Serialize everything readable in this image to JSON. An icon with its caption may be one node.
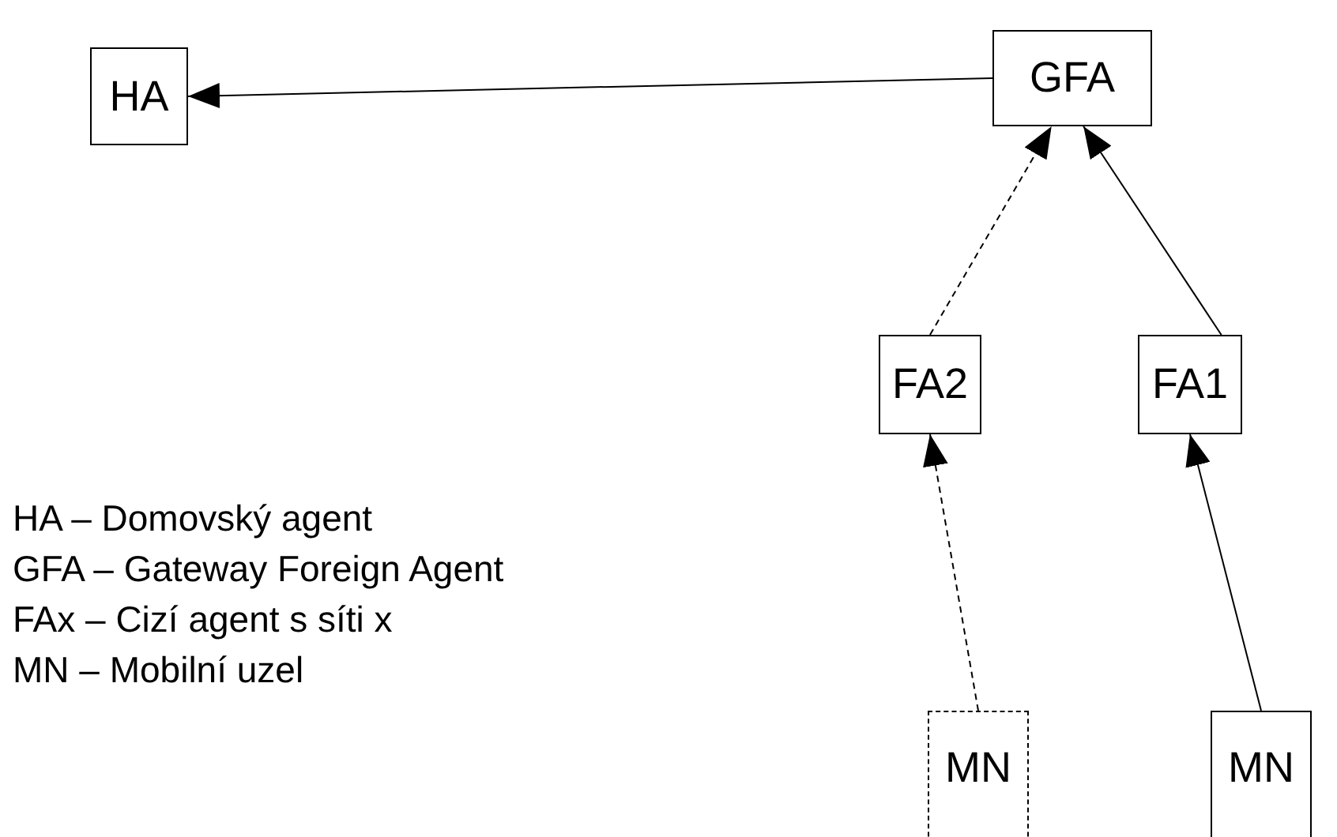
{
  "diagram": {
    "nodes": [
      {
        "text": [
          "HA"
        ]
      },
      {
        "text": [
          "GFA"
        ]
      },
      {
        "text": [
          "FA2"
        ]
      },
      {
        "text": [
          "FA1"
        ]
      },
      {
        "text": [
          "MN"
        ]
      },
      {
        "text": [
          "MN"
        ]
      }
    ],
    "edges": [
      {
        "from": 1,
        "to": 0,
        "arrow": "to"
      },
      {
        "from": 2,
        "to": 1,
        "arrow": "to",
        "style": "dashed"
      },
      {
        "from": 3,
        "to": 1,
        "arrow": "to"
      },
      {
        "from": 4,
        "to": 2,
        "arrow": "to",
        "style": "dashed"
      },
      {
        "from": 5,
        "to": 3,
        "arrow": "to"
      }
    ],
    "labels": [
      "HA – Domovský agent",
      "GFA – Gateway Foreign Agent",
      "FAx – Cizí agent s síti x",
      "MN – Mobilní uzel"
    ]
  }
}
